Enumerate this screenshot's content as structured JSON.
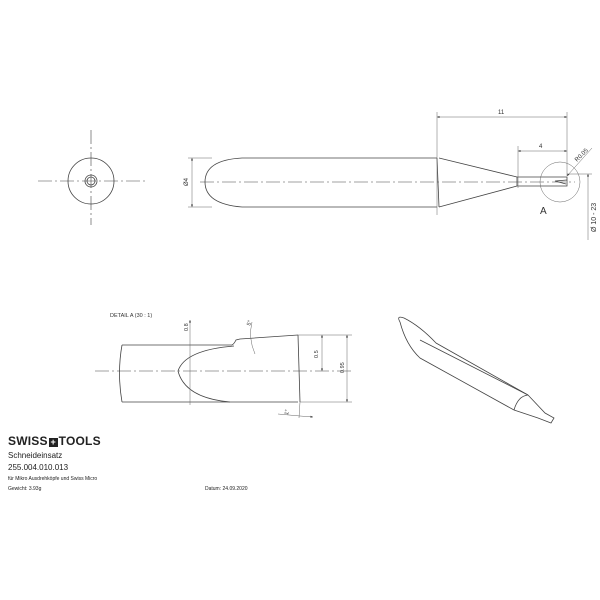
{
  "title_block": {
    "brand": "SWISS+TOOLS",
    "part_name": "Schneideinsatz",
    "part_number": "255.004.010.013",
    "description": "für Mikro Ausdrehköpfe und Swiss Micro",
    "weight": "Gewicht: 3.93g",
    "date": "Datum: 24.09.2020"
  },
  "dimensions": {
    "length_total": "11",
    "length_tip": "4",
    "radius": "R0.05",
    "bore_range": "Ø 10 - 23",
    "diameter": "Ø4",
    "detail_ref": "A"
  },
  "detail": {
    "title": "DETAIL A (30 : 1)",
    "d1": "0.8",
    "angle1": "5°",
    "d2": "0.5",
    "d3": "0.95",
    "angle2": "1°"
  }
}
